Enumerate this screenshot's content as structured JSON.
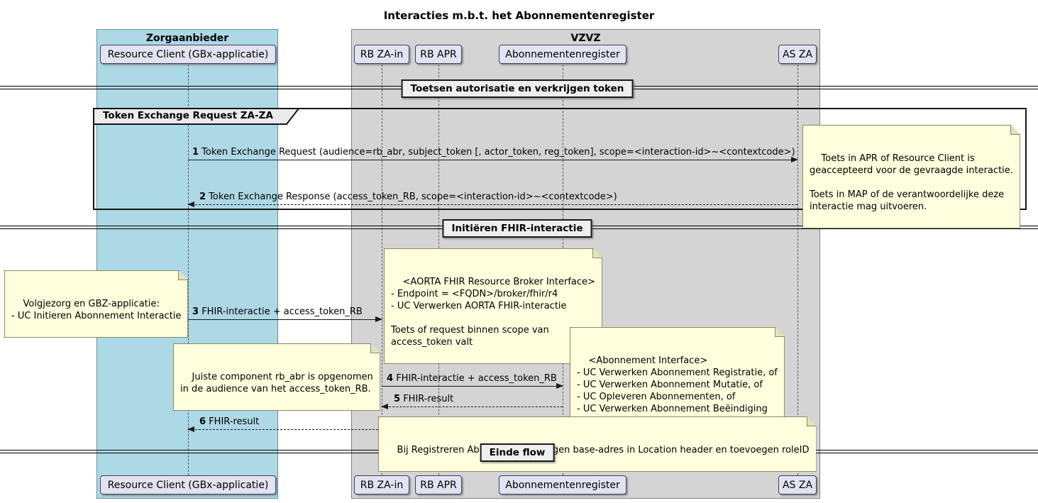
{
  "title": "Interacties m.b.t. het Abonnementenregister",
  "groups": {
    "zorgaanbieder": "Zorgaanbieder",
    "vzvz": "VZVZ"
  },
  "participants": {
    "resource_client": "Resource Client (GBx-applicatie)",
    "rb_za_in": "RB ZA-in",
    "rb_apr": "RB APR",
    "abonnementenregister": "Abonnementenregister",
    "as_za": "AS ZA"
  },
  "dividers": {
    "d1": "Toetsen autorisatie en verkrijgen token",
    "d2": "Initiëren FHIR-interactie",
    "d3": "Einde flow"
  },
  "frame": {
    "label": "Token Exchange Request ZA-ZA"
  },
  "messages": [
    {
      "num": "1",
      "text": "Token Exchange Request (audience=rb_abr, subject_token [, actor_token, reg_token], scope=<interaction-id>~<contextcode>)"
    },
    {
      "num": "2",
      "text": "Token Exchange Response (access_token_RB, scope=<interaction-id>~<contextcode>)"
    },
    {
      "num": "3",
      "text": "FHIR-interactie + access_token_RB"
    },
    {
      "num": "4",
      "text": "FHIR-interactie + access_token_RB"
    },
    {
      "num": "5",
      "text": "FHIR-result"
    },
    {
      "num": "6",
      "text": "FHIR-result"
    }
  ],
  "notes": {
    "apr_check": "Toets in APR of Resource Client is\ngeaccepteerd voor de gevraagde interactie.\n\nToets in MAP of de verantwoordelijke deze\ninteractie mag uitvoeren.",
    "aorta_interface": "<AORTA FHIR Resource Broker Interface>\n- Endpoint = <FQDN>/broker/fhir/r4\n- UC Verwerken AORTA FHIR-interactie\n\nToets of request binnen scope van\naccess_token valt",
    "volgjezorg": "Volgjezorg en GBZ-applicatie:\n- UC Initieren Abonnement Interactie",
    "juiste_component": "Juiste component rb_abr is opgenomen\nin de audience van het access_token_RB.",
    "abonnement_interface": "<Abonnement Interface>\n- UC Verwerken Abonnement Registratie, of\n- UC Verwerken Abonnement Mutatie, of\n- UC Opleveren Abonnementen, of\n- UC Verwerken Abonnement Beëindiging",
    "registreren": "Bij Registreren Abonnement: wijzigen base-adres in Location header en toevoegen roleID"
  },
  "colors": {
    "zorgaanbieder_fill": "#ADD8E6",
    "vzvz_fill": "#D4D4D4",
    "participant_fill": "#E2E2F0",
    "note_fill": "#FEFFDD",
    "divider_fill": "#EEEEEE",
    "line_color": "#1a1a1a"
  }
}
